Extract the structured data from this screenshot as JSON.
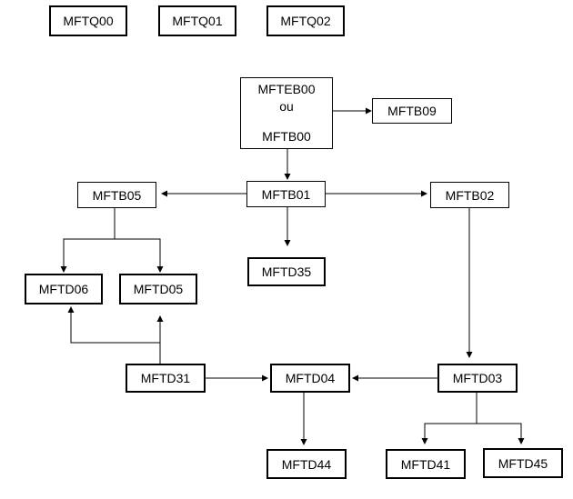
{
  "nodes": {
    "mftq00": "MFTQ00",
    "mftq01": "MFTQ01",
    "mftq02": "MFTQ02",
    "mfteb00": {
      "line1": "MFTEB00",
      "line2": "ou",
      "line3": "MFTB00"
    },
    "mftb09": "MFTB09",
    "mftb05": "MFTB05",
    "mftb01": "MFTB01",
    "mftb02": "MFTB02",
    "mftd35": "MFTD35",
    "mftd06": "MFTD06",
    "mftd05": "MFTD05",
    "mftd31": "MFTD31",
    "mftd04": "MFTD04",
    "mftd03": "MFTD03",
    "mftd44": "MFTD44",
    "mftd41": "MFTD41",
    "mftd45": "MFTD45"
  },
  "colors": {
    "stroke": "#000000",
    "background": "#ffffff"
  }
}
